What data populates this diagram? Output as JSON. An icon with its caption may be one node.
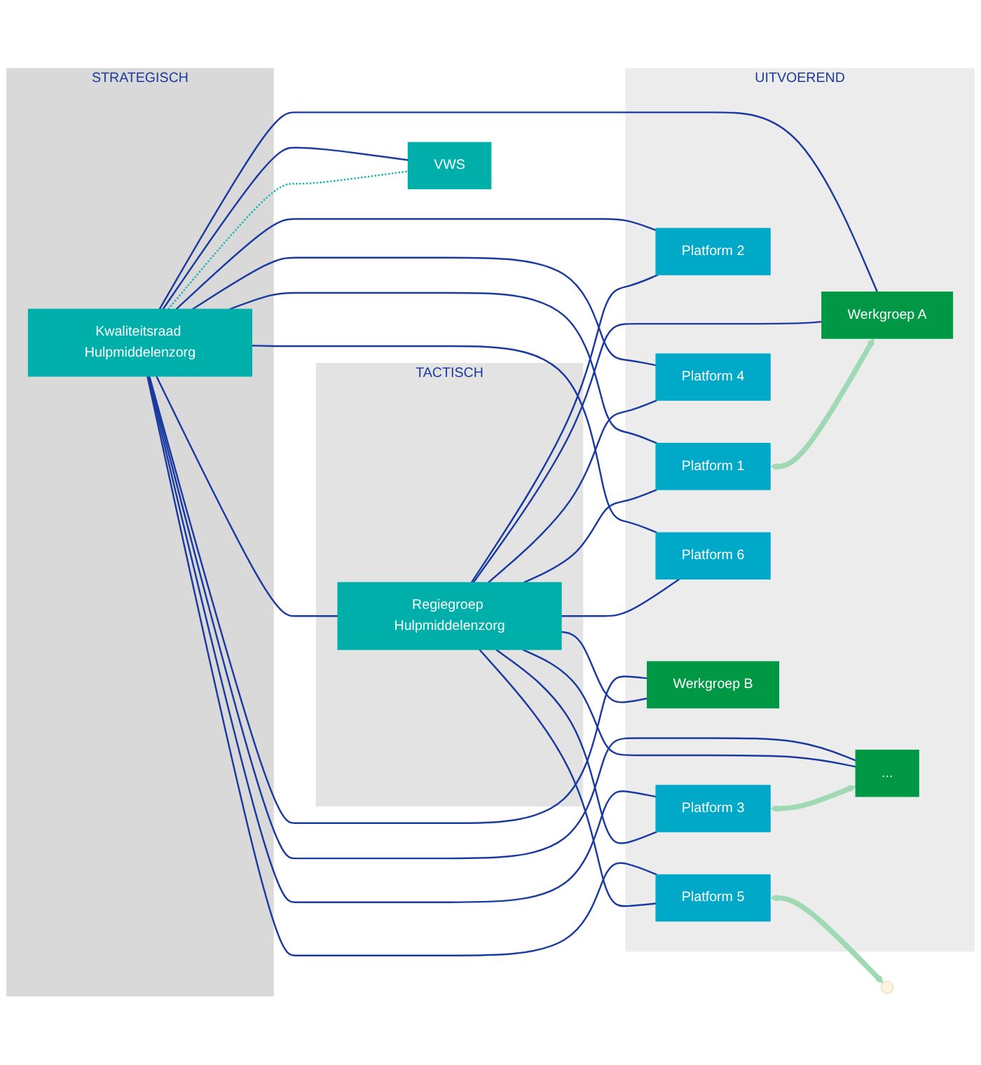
{
  "diagram": {
    "nodes": [
      {
        "text": [
          "STRATEGISCH"
        ]
      },
      {
        "text": [
          "Kwaliteitsraad Hulpmiddelenzorg"
        ],
        "in": 0
      },
      {
        "text": [
          "VWS"
        ]
      },
      {
        "text": [
          "TACTISCH"
        ]
      },
      {
        "text": [
          "Regiegroep Hulpmiddelenzorg"
        ],
        "in": 3
      },
      {
        "text": [
          "UITVOEREND"
        ]
      },
      {
        "text": [
          "Platform 1"
        ],
        "in": 5
      },
      {
        "text": [
          "Platform 2"
        ],
        "in": 5
      },
      {
        "text": [
          "Platform 3"
        ],
        "in": 5
      },
      {
        "text": [
          "Platform 4"
        ],
        "in": 5
      },
      {
        "text": [
          "Platform 5"
        ],
        "in": 5
      },
      {
        "text": [
          "Platform 6"
        ],
        "in": 5
      },
      {
        "text": [
          "Werkgroep A"
        ],
        "in": 5
      },
      {
        "text": [
          "Werkgroep B"
        ],
        "in": 5
      },
      {
        "text": [
          "..."
        ],
        "in": 5
      }
    ],
    "edges": [
      {
        "from": 1,
        "to": 2,
        "arrow": "none"
      },
      {
        "from": 1,
        "to": 2,
        "arrow": "none",
        "style": "dashed",
        "color": "#1fb3ad"
      },
      {
        "from": 1,
        "to": 4,
        "arrow": "none"
      },
      {
        "from": 1,
        "to": 6,
        "arrow": "none"
      },
      {
        "from": 1,
        "to": 7,
        "arrow": "none"
      },
      {
        "from": 1,
        "to": 8,
        "arrow": "none"
      },
      {
        "from": 1,
        "to": 9,
        "arrow": "none"
      },
      {
        "from": 1,
        "to": 10,
        "arrow": "none"
      },
      {
        "from": 1,
        "to": 11,
        "arrow": "none"
      },
      {
        "from": 1,
        "to": 12,
        "arrow": "none"
      },
      {
        "from": 1,
        "to": 13,
        "arrow": "none"
      },
      {
        "from": 1,
        "to": 14,
        "arrow": "none"
      },
      {
        "from": 4,
        "to": 6,
        "arrow": "none"
      },
      {
        "from": 4,
        "to": 7,
        "arrow": "none"
      },
      {
        "from": 4,
        "to": 8,
        "arrow": "none"
      },
      {
        "from": 4,
        "to": 9,
        "arrow": "none"
      },
      {
        "from": 4,
        "to": 10,
        "arrow": "none"
      },
      {
        "from": 4,
        "to": 11,
        "arrow": "none"
      },
      {
        "from": 4,
        "to": 12,
        "arrow": "none"
      },
      {
        "from": 4,
        "to": 13,
        "arrow": "none"
      },
      {
        "from": 4,
        "to": 14,
        "arrow": "none"
      },
      {
        "from": 6,
        "to": 12,
        "arrow": "both",
        "style": "thick",
        "color": "#9fd9b4"
      },
      {
        "from": 8,
        "to": 14,
        "arrow": "both",
        "style": "thick",
        "color": "#9fd9b4"
      },
      {
        "from": 10,
        "to": null,
        "arrow": "both",
        "style": "thick",
        "color": "#9fd9b4"
      }
    ]
  }
}
